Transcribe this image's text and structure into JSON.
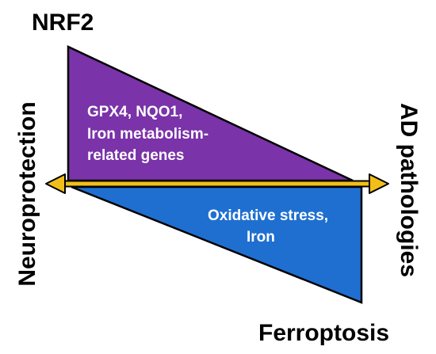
{
  "diagram": {
    "top_label": "NRF2",
    "bottom_label": "Ferroptosis",
    "left_label": "Neuroprotection",
    "right_label": "AD pathologies",
    "upper_wedge": {
      "lines": [
        "GPX4, NQO1,",
        "Iron metabolism-",
        "related genes"
      ],
      "color": "#7a33a8"
    },
    "lower_wedge": {
      "lines": [
        "Oxidative stress,",
        "Iron"
      ],
      "color": "#1f6fd1"
    },
    "arrow": {
      "color": "#f2bf1a",
      "direction": "bidirectional"
    }
  }
}
